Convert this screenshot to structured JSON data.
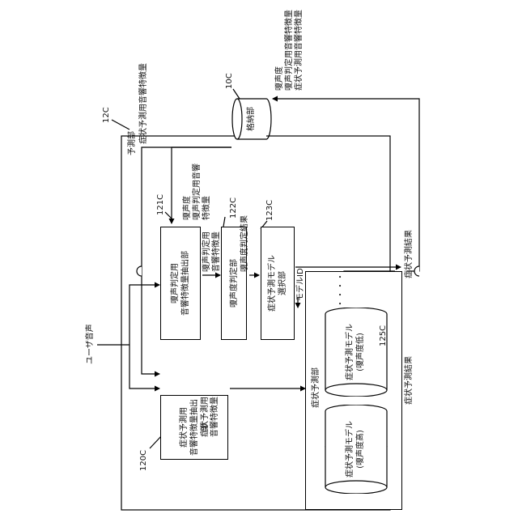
{
  "labels": {
    "storage_id": "10C",
    "storage_name": "格納部",
    "storage_contents": [
      "嗄声度",
      "嗄声判定用音響特徴量",
      "症状予測用音響特徴量"
    ],
    "unit_id": "12C",
    "unit_name": "予測部",
    "user_voice": "ユーザ音声",
    "feat1_id": "120C",
    "feat1_name": "症状予測用\n音響特徴量抽出部",
    "feat2_id": "121C",
    "feat2_name": "嗄声判定用\n音響特徴量抽出部",
    "judge_id": "122C",
    "judge_name": "嗄声度判定部",
    "select_id": "123C",
    "select_name": "症状予測モデル\n選択部",
    "models_id": "125C",
    "models_name": "症状予測部",
    "model1": "症状予測モデル\n(嗄声度高)",
    "model2": "症状予測モデル\n(嗄声度低)",
    "ellipsis": "・・・・",
    "storage_out": "症状予測用音響特徴量",
    "to_121": "嗄声度\n嗄声判定用音響\n特徴量",
    "f121_out": "嗄声判定用\n音響特徴量",
    "f122_out": "嗄声度判定結果",
    "f123_out": "モデルID",
    "f120_out": "症状予測用\n音響特徴量",
    "result_top": "症状予測結果",
    "result_bottom": "症状予測結果"
  }
}
